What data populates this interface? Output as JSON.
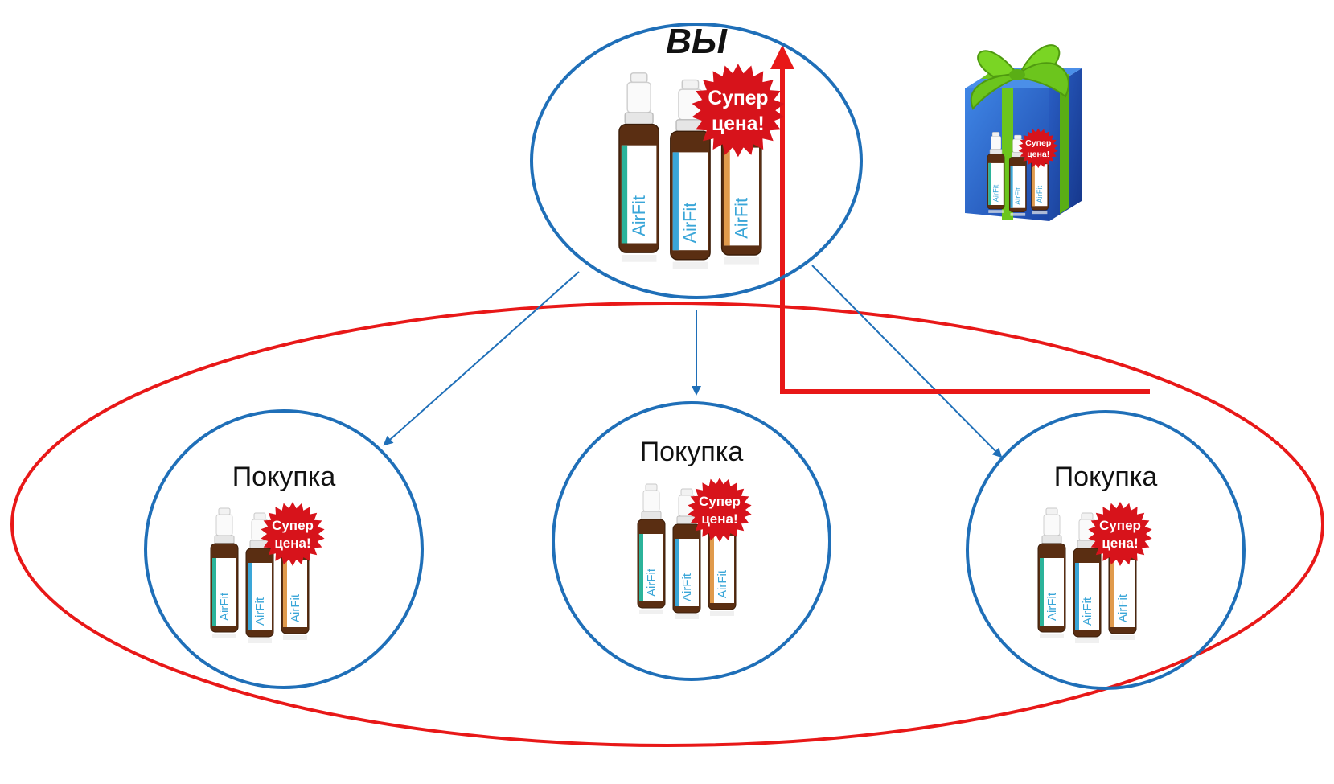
{
  "diagram": {
    "top_node": {
      "label": "ВЫ",
      "badge_line1": "Супер",
      "badge_line2": "цена!",
      "brand": "AirFit"
    },
    "purchase_nodes": [
      {
        "label": "Покупка",
        "badge_line1": "Супер",
        "badge_line2": "цена!",
        "brand": "AirFit"
      },
      {
        "label": "Покупка",
        "badge_line1": "Супер",
        "badge_line2": "цена!",
        "brand": "AirFit"
      },
      {
        "label": "Покупка",
        "badge_line1": "Супер",
        "badge_line2": "цена!",
        "brand": "AirFit"
      }
    ],
    "gift": {
      "badge_line1": "Супер",
      "badge_line2": "цена!",
      "brand": "AirFit"
    },
    "colors": {
      "node_outline": "#1f6fb8",
      "group_outline": "#e81818",
      "return_arrow": "#e81818",
      "badge": "#d7131b",
      "box": "#2a63c9",
      "ribbon": "#6cc51d"
    }
  }
}
